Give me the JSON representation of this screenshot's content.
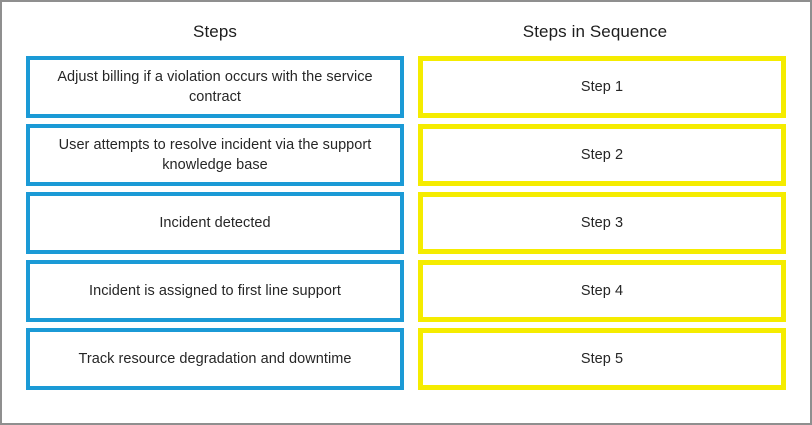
{
  "headers": {
    "left": "Steps",
    "right": "Steps in Sequence"
  },
  "colors": {
    "steps_border": "#1b9ad6",
    "sequence_border": "#f5ec00",
    "text": "#262626",
    "page_border": "#8f8f8f",
    "background": "#ffffff"
  },
  "rows": [
    {
      "step_text": "Adjust billing if a violation occurs with the service contract",
      "sequence_label": "Step 1"
    },
    {
      "step_text": "User attempts to resolve incident via the support knowledge base",
      "sequence_label": "Step 2"
    },
    {
      "step_text": "Incident detected",
      "sequence_label": "Step 3"
    },
    {
      "step_text": "Incident is assigned to first line support",
      "sequence_label": "Step 4"
    },
    {
      "step_text": "Track resource degradation and downtime",
      "sequence_label": "Step 5"
    }
  ]
}
